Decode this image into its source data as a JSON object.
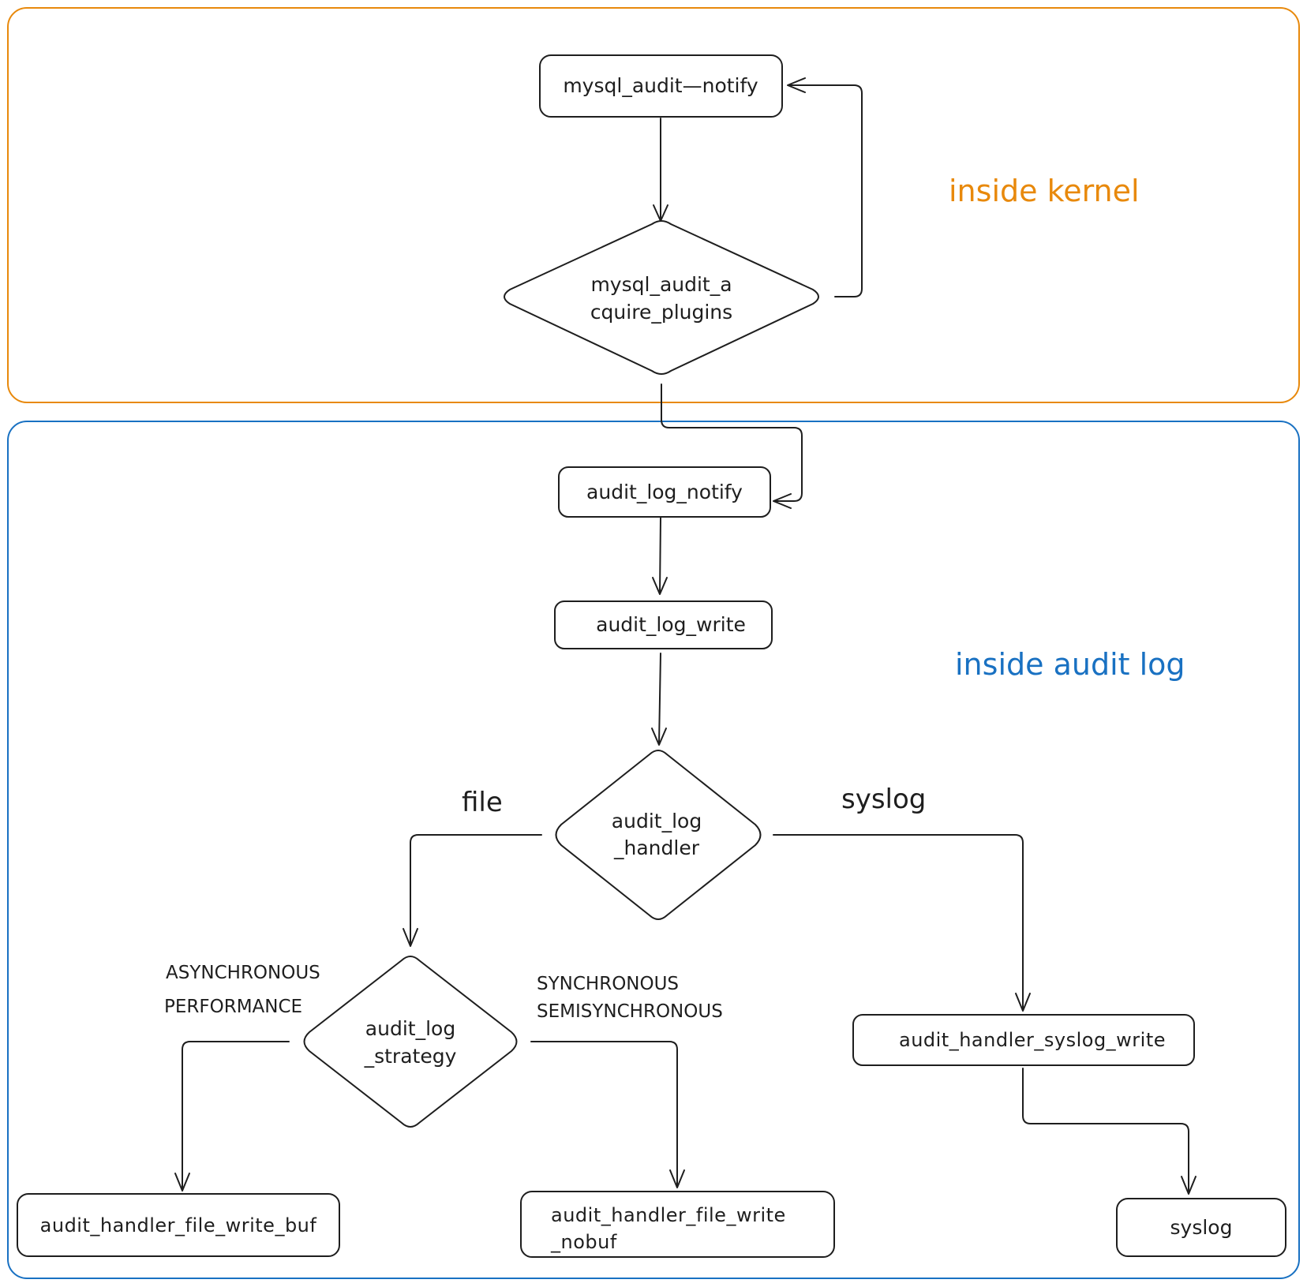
{
  "colors": {
    "kernel": "#e8890c",
    "audit_log": "#1971c2",
    "stroke": "#1e1e1e"
  },
  "regions": {
    "kernel_label": "inside kernel",
    "audit_log_label": "inside audit log"
  },
  "nodes": {
    "mysql_audit_notify": "mysql_audit—notify",
    "acquire_plugins_line1": "mysql_audit_a",
    "acquire_plugins_line2": "cquire_plugins",
    "audit_log_notify": "audit_log_notify",
    "audit_log_write": "audit_log_write",
    "handler_line1": "audit_log",
    "handler_line2": "_handler",
    "strategy_line1": "audit_log",
    "strategy_line2": "_strategy",
    "file_write_buf": "audit_handler_file_write_buf",
    "file_write_nobuf_line1": "audit_handler_file_write",
    "file_write_nobuf_line2": "_nobuf",
    "syslog_write": "audit_handler_syslog_write",
    "syslog": "syslog"
  },
  "edge_labels": {
    "file": "file",
    "syslog": "syslog",
    "async_line1": "ASYNCHRONOUS",
    "async_line2": "PERFORMANCE",
    "sync_line1": "SYNCHRONOUS",
    "sync_line2": "SEMISYNCHRONOUS"
  }
}
